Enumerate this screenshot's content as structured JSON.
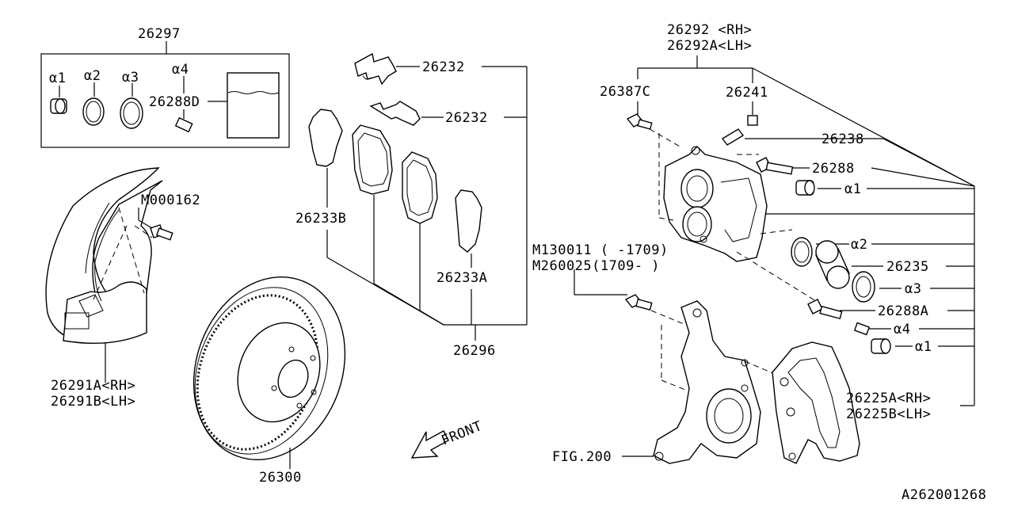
{
  "diagram_id": "A262001268",
  "labels": {
    "kit_26297": "26297",
    "a1_kit": "α1",
    "a2_kit": "α2",
    "a3_kit": "α3",
    "a4_kit": "α4",
    "p26288d": "26288D",
    "m000162": "M000162",
    "p26291a": "26291A<RH>",
    "p26291b": "26291B<LH>",
    "p26232_top": "26232",
    "p26232_mid": "26232",
    "p26233b": "26233B",
    "p26233a": "26233A",
    "p26296": "26296",
    "p26300": "26300",
    "front": "FRONT",
    "p26292": "26292 <RH>",
    "p26292a": "26292A<LH>",
    "p26387c": "26387C",
    "p26241": "26241",
    "p26238": "26238",
    "p26288": "26288",
    "a1_r1": "α1",
    "a2_r": "α2",
    "p26235": "26235",
    "a3_r": "α3",
    "p26288a": "26288A",
    "a4_r": "α4",
    "a1_r2": "α1",
    "m130011": "M130011 ( -1709)",
    "m260025": "M260025(1709- )",
    "p26225a": "26225A<RH>",
    "p26225b": "26225B<LH>",
    "fig200": "FIG.200"
  }
}
